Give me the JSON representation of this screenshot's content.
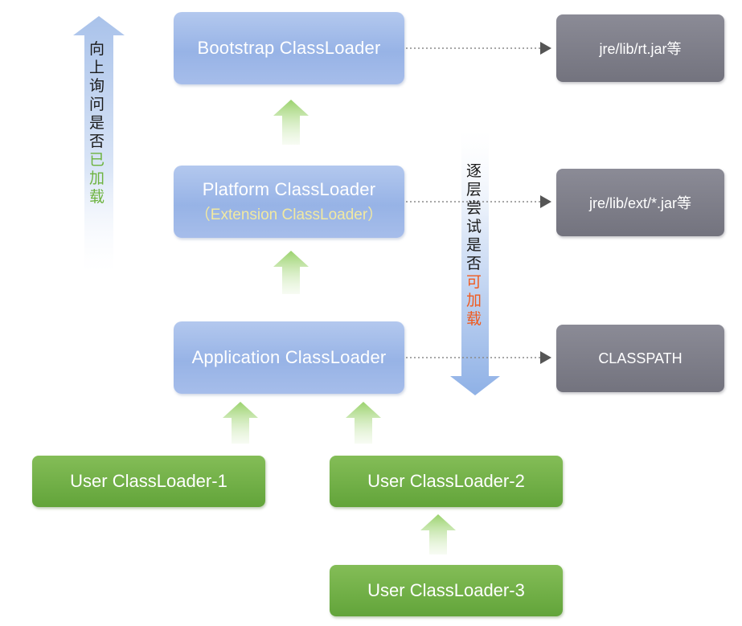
{
  "loaders": {
    "bootstrap": {
      "label": "Bootstrap ClassLoader"
    },
    "platform": {
      "label": "Platform ClassLoader",
      "sublabel": "（Extension ClassLoader）"
    },
    "application": {
      "label": "Application ClassLoader"
    }
  },
  "paths": {
    "rt": "jre/lib/rt.jar等",
    "ext": "jre/lib/ext/*.jar等",
    "classpath": "CLASSPATH"
  },
  "user_loaders": {
    "one": "User ClassLoader-1",
    "two": "User ClassLoader-2",
    "three": "User ClassLoader-3"
  },
  "side_labels": {
    "ask_up": {
      "normal": [
        "向",
        "上",
        "询",
        "问",
        "是",
        "否"
      ],
      "highlight": [
        "已"
      ],
      "tail": [
        "加",
        "载"
      ]
    },
    "try_down": {
      "normal": [
        "逐",
        "层",
        "尝",
        "试",
        "是",
        "否"
      ],
      "highlight": [
        "可"
      ],
      "tail": [
        "加",
        "载"
      ]
    }
  },
  "colors": {
    "loader_blue": "#a6bdea",
    "path_gray": "#7d7d88",
    "user_green": "#6aaa40",
    "highlight_green": "#6db33f",
    "highlight_orange": "#f05a1e"
  }
}
